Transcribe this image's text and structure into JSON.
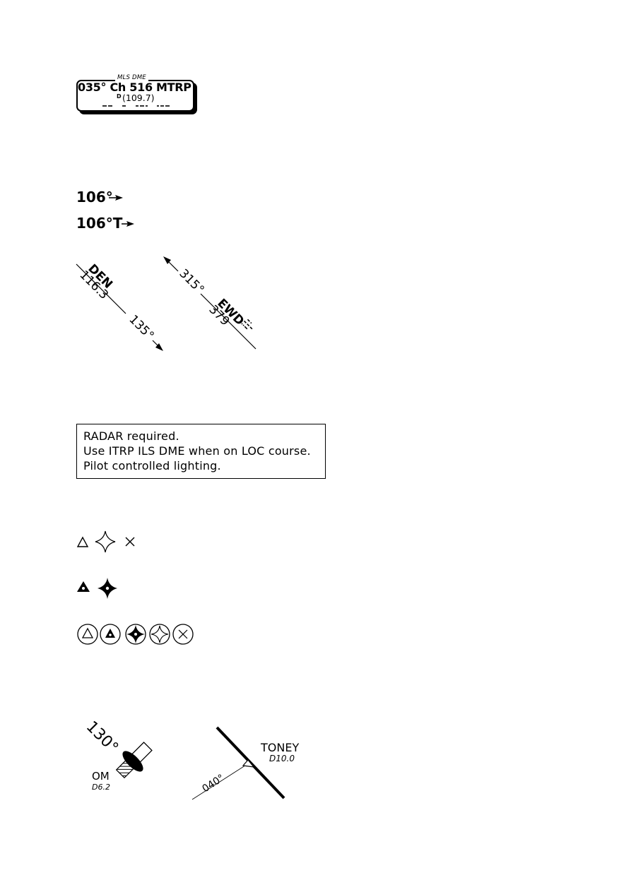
{
  "mls": {
    "caption": "MLS DME",
    "main": "035° Ch 516 MTRP",
    "freq_prefix": "D",
    "freq": "(109.7)"
  },
  "courses": {
    "magnetic": "106°",
    "true": "106°T"
  },
  "radials": {
    "left": {
      "ident": "DEN",
      "freq": "116.3",
      "bearing": "135°"
    },
    "right": {
      "bearing": "315°",
      "ident": "EWD",
      "freq": "379"
    }
  },
  "remarks": [
    "RADAR required.",
    "Use ITRP ILS DME when on LOC course.",
    "Pilot controlled lighting."
  ],
  "fixes": {
    "marker": {
      "bearing": "130°",
      "name": "OM",
      "dme": "D6.2"
    },
    "named_fix": {
      "name": "TONEY",
      "dme": "D10.0",
      "radial": "040°"
    }
  }
}
